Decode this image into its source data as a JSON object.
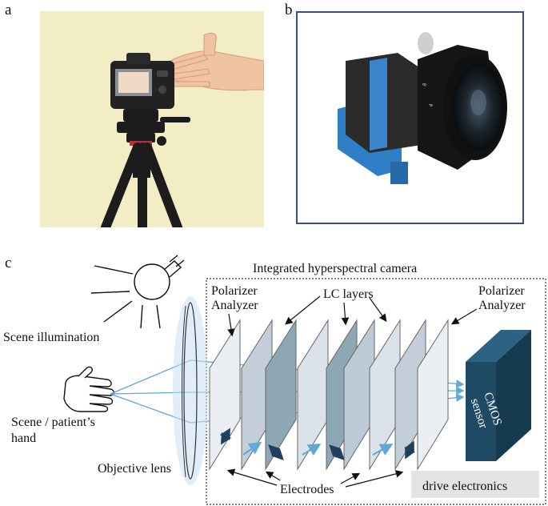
{
  "panels": {
    "a": "a",
    "b": "b",
    "c": "c"
  },
  "diagram": {
    "camera_title": "Integrated hyperspectral camera",
    "scene_illumination": "Scene illumination",
    "scene_hand_line1": "Scene / patient’s",
    "scene_hand_line2": "hand",
    "objective_lens": "Objective lens",
    "polarizer_left_line1": "Polarizer",
    "polarizer_left_line2": "Analyzer",
    "polarizer_right_line1": "Polarizer",
    "polarizer_right_line2": "Analyzer",
    "lc_layers": "LC layers",
    "electrodes": "Electrodes",
    "drive_electronics": "drive electronics",
    "sensor_line1": "CMOS",
    "sensor_line2": "sensor"
  },
  "colors": {
    "beam": "#5fa8d8",
    "sensor": "#1f4a63",
    "background_a": "#f2edc4",
    "frame_b": "#3a4f7a",
    "drive_box": "#e3e3e3"
  }
}
